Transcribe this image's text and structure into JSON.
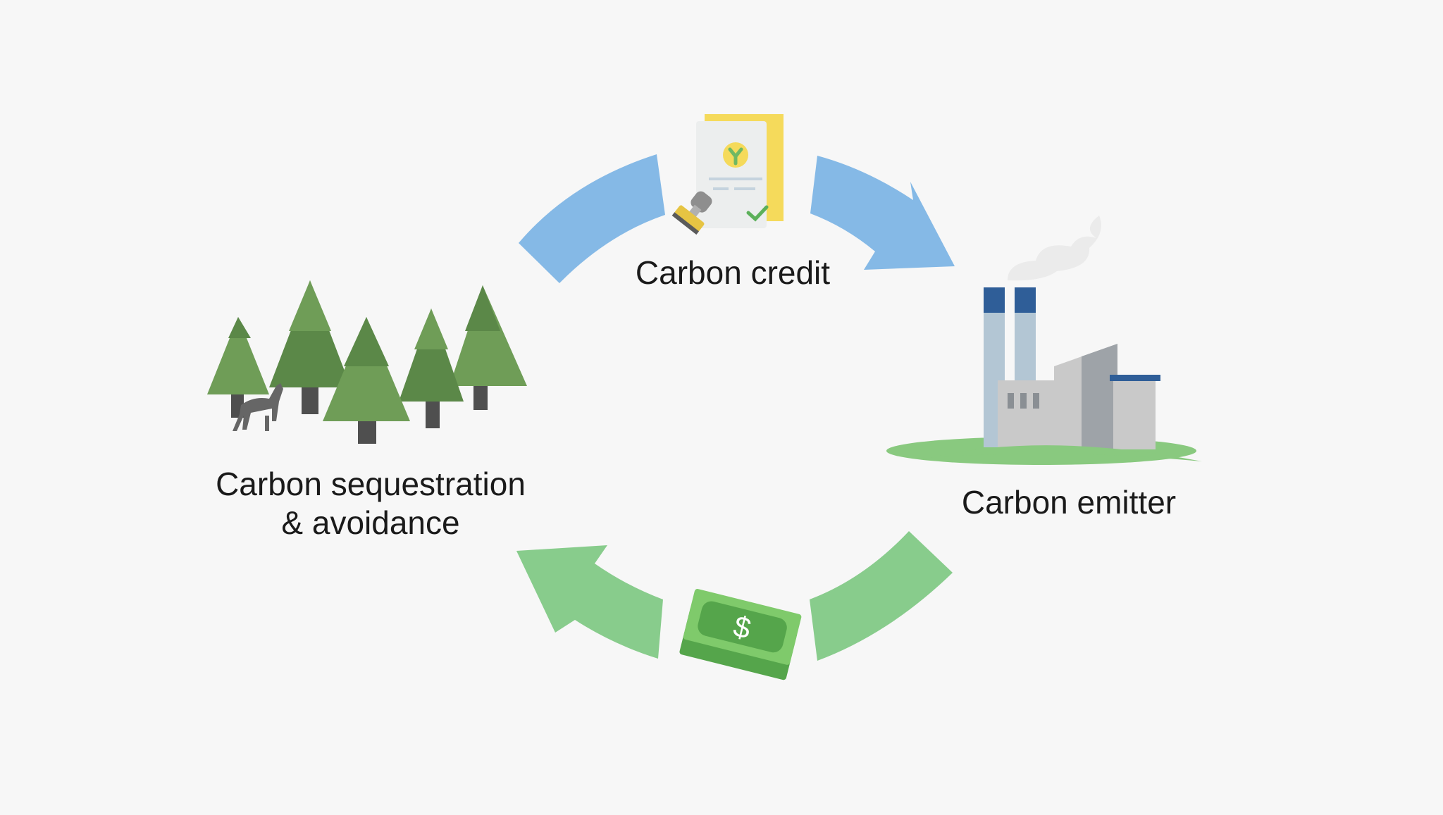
{
  "nodes": {
    "credit": {
      "label": "Carbon credit"
    },
    "emitter": {
      "label": "Carbon emitter"
    },
    "sequestration": {
      "label_lines": [
        "Carbon sequestration",
        "& avoidance"
      ]
    },
    "money": {
      "symbol": "$"
    }
  },
  "colors": {
    "background": "#f7f7f7",
    "blue_arrow": "#85b9e6",
    "green_arrow": "#88cc8c",
    "credit_paper": "#eceeee",
    "credit_folder": "#f5da5b",
    "tree_light": "#6f9d57",
    "tree_dark": "#5b8848",
    "trunk": "#4f4f4f",
    "deer": "#666666",
    "chimney_cap": "#2f5e98",
    "chimney": "#b3c6d4",
    "factory_wall": "#c9c9c9",
    "factory_shade": "#9ea3a8",
    "grass": "#89c97f",
    "cash_dark": "#55a54b",
    "cash_light": "#7fca6b",
    "text": "#1a1a1a"
  },
  "icons": [
    "certificate-icon",
    "stamp-icon",
    "checkmark-icon",
    "factory-icon",
    "smoke-icon",
    "forest-icon",
    "deer-icon",
    "banknotes-icon"
  ]
}
